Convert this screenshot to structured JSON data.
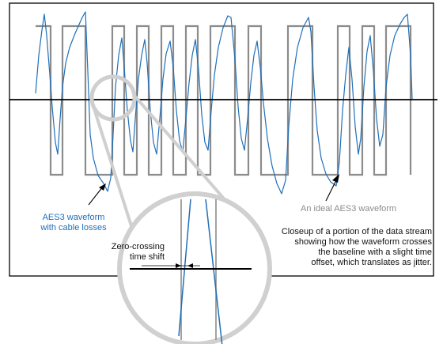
{
  "labels": {
    "aes3_cable": [
      "AES3 waveform",
      "with cable losses"
    ],
    "ideal": "An ideal AES3 waveform",
    "zero_crossing": [
      "Zero-crossing",
      "time shift"
    ],
    "closeup": [
      "Closeup of a portion of the data stream",
      "showing how the waveform crosses",
      "the baseline with a slight time",
      "offset, which translates as jitter."
    ]
  },
  "colors": {
    "ideal_waveform": "#8c8c8c",
    "cable_waveform": "#1f6fb8",
    "baseline": "#000000",
    "magnifier": "#cfcfcf",
    "frame": "#000000"
  }
}
